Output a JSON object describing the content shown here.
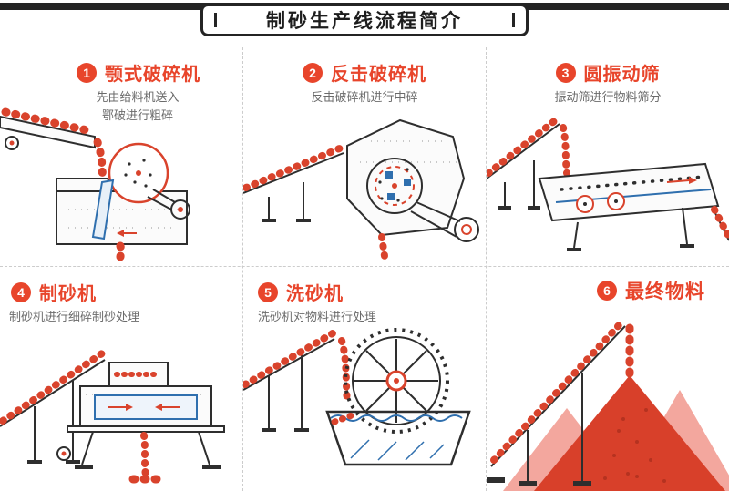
{
  "header": {
    "title": "制砂生产线流程简介"
  },
  "colors": {
    "accent": "#e8452b",
    "material_red": "#d9432c",
    "pile_pink": "#f3a79e",
    "outline_dark": "#2e2e2e",
    "detail_blue": "#2f6fae",
    "desc_gray": "#6b6b6b"
  },
  "panels": [
    {
      "num": "1",
      "title": "颚式破碎机",
      "desc_lines": [
        "先由给料机送入",
        "鄂破进行粗碎"
      ]
    },
    {
      "num": "2",
      "title": "反击破碎机",
      "desc_lines": [
        "反击破碎机进行中碎"
      ]
    },
    {
      "num": "3",
      "title": "圆振动筛",
      "desc_lines": [
        "振动筛进行物料筛分"
      ]
    },
    {
      "num": "4",
      "title": "制砂机",
      "desc_lines": [
        "制砂机进行细碎制砂处理"
      ]
    },
    {
      "num": "5",
      "title": "洗砂机",
      "desc_lines": [
        "洗砂机对物料进行处理"
      ]
    },
    {
      "num": "6",
      "title": "最终物料",
      "desc_lines": []
    }
  ]
}
